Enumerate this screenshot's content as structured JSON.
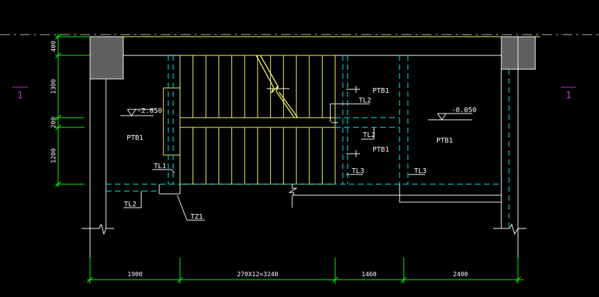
{
  "drawing": {
    "section_mark": "1",
    "left_level": "-2.050",
    "right_level": "-0.050",
    "slab_labels": [
      "PTB1",
      "PTB1",
      "PTB1",
      "PTB1"
    ],
    "beam_labels": {
      "tl1": "TL1",
      "tl2_a": "TL2",
      "tl2_b": "TL2",
      "tl2_c": "TL2",
      "tl3_a": "TL3",
      "tl3_b": "TL3"
    },
    "column_label": "TZ1",
    "vertical_dims": [
      "400",
      "1300",
      "200",
      "1200"
    ],
    "horizontal_dims": [
      "1900",
      "270X12=3240",
      "1460",
      "2400"
    ]
  },
  "colors": {
    "background": "#000000",
    "wall": "#ffffff",
    "stair": "#ffff66",
    "dashed_beam": "#00cccc",
    "dimension": "#00ff00",
    "section_mark": "#cc33cc",
    "column_fill": "#606060"
  }
}
